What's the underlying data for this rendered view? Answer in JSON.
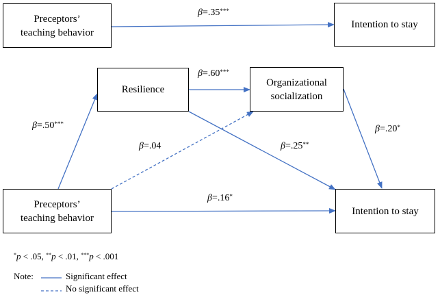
{
  "boxes": {
    "top_ptb": [
      "Preceptors’",
      "teaching behavior"
    ],
    "top_its": "Intention to stay",
    "resilience": "Resilience",
    "org_soc": [
      "Organizational",
      "socialization"
    ],
    "bottom_ptb": [
      "Preceptors’",
      "teaching behavior"
    ],
    "bottom_its": "Intention to stay"
  },
  "paths": {
    "top_direct": {
      "beta": "β",
      "value": "=.35",
      "stars": "***"
    },
    "ptb_res": {
      "beta": "β",
      "value": "=.50",
      "stars": "***"
    },
    "res_org": {
      "beta": "β",
      "value": "=.60",
      "stars": "***"
    },
    "ptb_org": {
      "beta": "β",
      "value": "=.04",
      "stars": ""
    },
    "res_its": {
      "beta": "β",
      "value": "=.25",
      "stars": "**"
    },
    "org_its": {
      "beta": "β",
      "value": "=.20",
      "stars": "*"
    },
    "ptb_its": {
      "beta": "β",
      "value": "=.16",
      "stars": "*"
    }
  },
  "footnote": {
    "s1": "*",
    "p1": "p",
    "t1": " < .05, ",
    "s2": "**",
    "p2": "p",
    "t2": " < .01, ",
    "s3": "***",
    "p3": "p",
    "t3": " < .001"
  },
  "note": {
    "label": "Note:",
    "significant": "Significant effect",
    "nonsignificant": "No significant effect"
  },
  "colors": {
    "arrow": "#4472C4"
  }
}
